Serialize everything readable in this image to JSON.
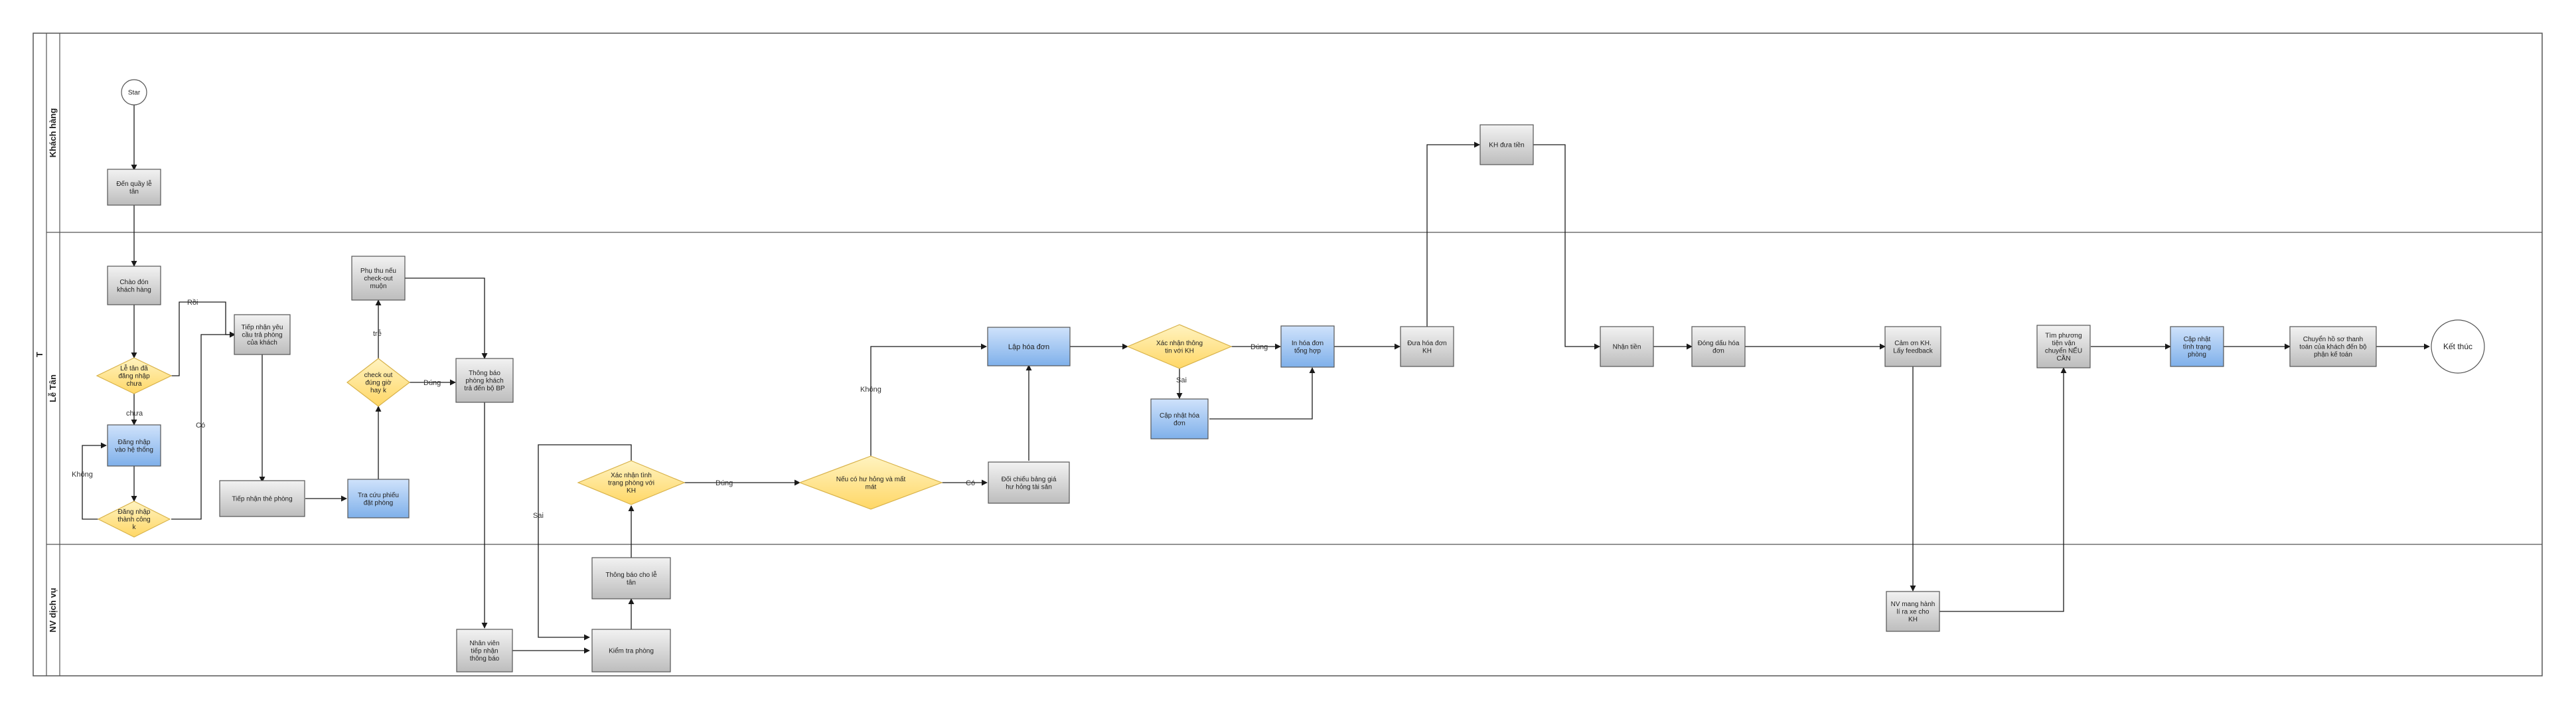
{
  "pool": {
    "title": "T"
  },
  "lanes": [
    {
      "id": "lane-customer",
      "label": "Khách hàng"
    },
    {
      "id": "lane-reception",
      "label": "Lễ Tân"
    },
    {
      "id": "lane-service",
      "label": "NV dịch vụ"
    }
  ],
  "colors": {
    "gray_task": "#cfcfcf",
    "blue_task": "#9ec3f0",
    "decision": "#ffe48a",
    "line": "#1a1a1a"
  },
  "nodes": {
    "start": "Star",
    "go_to_desk": "Đến quầy lễ tân",
    "greet": "Chào đón khách hàng",
    "check_login": "Lễ tân đã đăng nhập chưa",
    "login": "Đăng nhập vào hệ thống",
    "login_ok": "Đăng nhập thành công k",
    "receive_request": "Tiếp nhận yêu cầu trả phòng của khách",
    "receive_card": "Tiếp nhận thẻ phòng",
    "lookup_booking": "Tra cứu phiếu đặt phòng",
    "checkout_ontime": "check out đúng giờ hay k",
    "late_fee": "Phụ thu nếu check-out muộn",
    "notify_service": "Thông báo phòng khách trả đến bộ BP",
    "staff_receive": "Nhân viên tiếp nhận thông báo",
    "inspect_room": "Kiểm tra phòng",
    "notify_reception": "Thông báo cho lễ tân",
    "confirm_room": "Xác nhận tình trạng phòng với KH",
    "damage_check": "Nếu có hư hỏng và mất mát",
    "compare_assets": "Đối chiếu bảng giá hư hỏng tài sản",
    "create_invoice": "Lập hóa đơn",
    "confirm_info": "Xác nhận thông tin với KH",
    "update_invoice": "Cập nhật hóa đơn",
    "print_invoice": "In hóa đơn tổng hợp",
    "hand_invoice": "Đưa hóa đơn KH",
    "customer_pay": "KH đưa tiền",
    "receive_money": "Nhận tiền",
    "stamp_invoice": "Đóng dấu hóa đơn",
    "thank_feedback": "Cảm ơn KH. Lấy feedback",
    "carry_luggage": "NV mang hành lí ra xe cho KH",
    "find_transport": "Tìm phương tiện vận chuyển NẾU CẦN",
    "update_room": "Cập nhật tình trạng phòng",
    "transfer_records": "Chuyển hồ sơ thanh toán của khách đến bộ phận kế toán",
    "end": "Kết thúc"
  },
  "edge_labels": {
    "roi": "Rồi",
    "chua": "chưa",
    "khong_login": "Không",
    "co_login": "Có",
    "tre": "trễ",
    "dung_checkout": "Đúng",
    "sai_room": "Sai",
    "dung_room": "Đúng",
    "khong_damage": "Không",
    "co_damage": "Có",
    "dung_info": "Đúng",
    "sai_info": "Sai"
  }
}
